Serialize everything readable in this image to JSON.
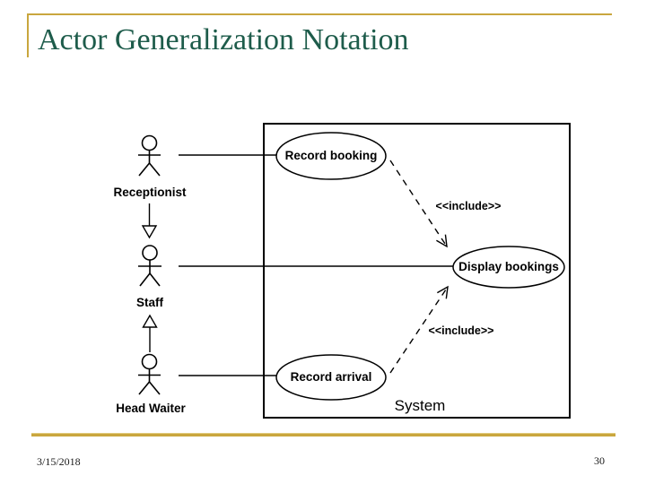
{
  "slide": {
    "title": "Actor Generalization Notation",
    "footer": {
      "date": "3/15/2018",
      "page_number": "30"
    }
  },
  "colors": {
    "accent_gold": "#C9A63E",
    "title_green": "#1E5C4B",
    "diagram_stroke": "#000000",
    "background": "#FFFFFF"
  },
  "diagram": {
    "type": "uml-use-case",
    "system_label": "System",
    "actors": [
      {
        "name": "Receptionist"
      },
      {
        "name": "Staff"
      },
      {
        "name": "Head Waiter"
      }
    ],
    "use_cases": [
      {
        "name": "Record booking"
      },
      {
        "name": "Display bookings"
      },
      {
        "name": "Record arrival"
      }
    ],
    "include_labels": [
      "<<include>>",
      "<<include>>"
    ],
    "relationships": [
      {
        "from": "Receptionist",
        "to": "Record booking",
        "kind": "association"
      },
      {
        "from": "Staff",
        "to": "Display bookings",
        "kind": "association"
      },
      {
        "from": "Head Waiter",
        "to": "Record arrival",
        "kind": "association"
      },
      {
        "from": "Receptionist",
        "to": "Staff",
        "kind": "generalization"
      },
      {
        "from": "Head Waiter",
        "to": "Staff",
        "kind": "generalization"
      },
      {
        "from": "Record booking",
        "to": "Display bookings",
        "kind": "include"
      },
      {
        "from": "Record arrival",
        "to": "Display bookings",
        "kind": "include"
      }
    ]
  }
}
